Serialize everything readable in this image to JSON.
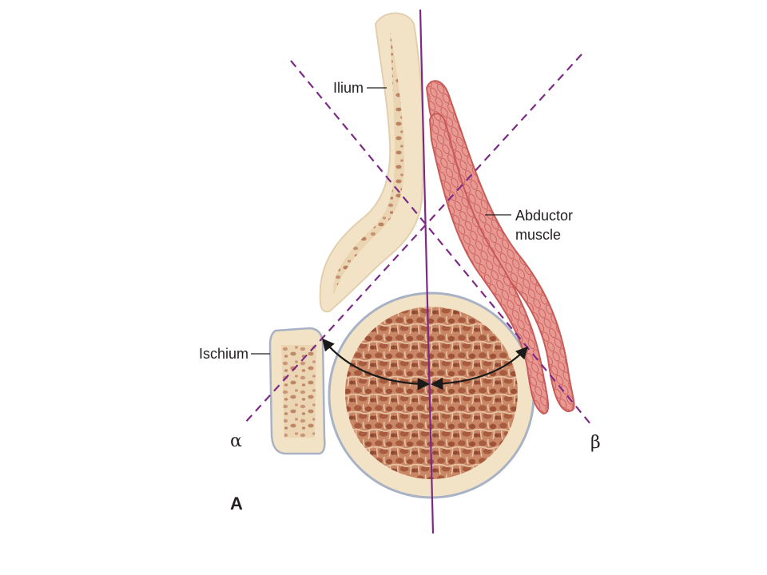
{
  "labels": {
    "ilium": "Ilium",
    "abductor_line1": "Abductor",
    "abductor_line2": "muscle",
    "ischium": "Ischium",
    "alpha": "α",
    "beta": "β",
    "panel": "A"
  },
  "colors": {
    "bone_fill": "#f3e3c6",
    "bone_outline": "#d8c7a6",
    "head_outline": "#a9b2c4",
    "trabecula": "#b06a4c",
    "trabecula_dark": "#8c4a33",
    "muscle_fill": "#e89a92",
    "muscle_stroke": "#c85a58",
    "axis_line": "#7d2a86",
    "arrow": "#1a1a1a"
  }
}
